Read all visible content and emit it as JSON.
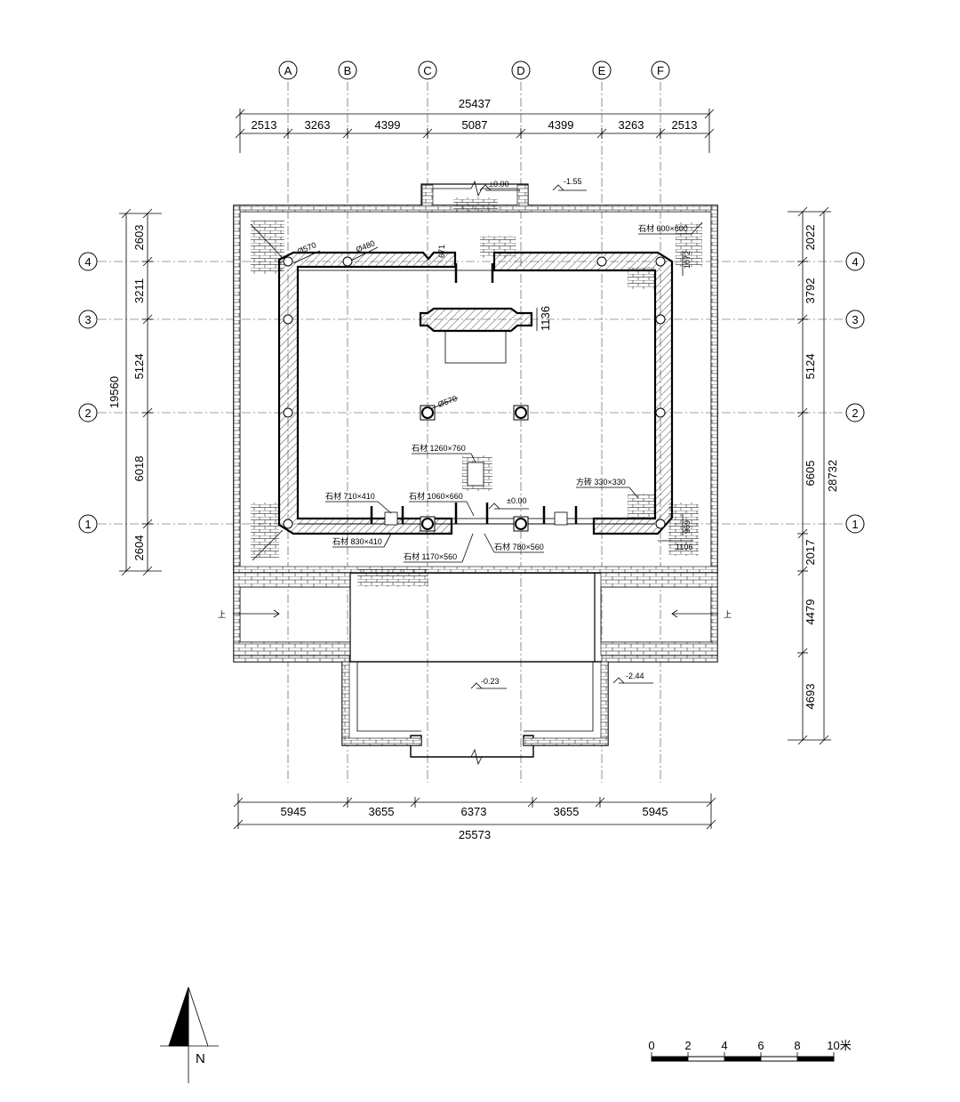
{
  "axes": {
    "columns": [
      "A",
      "B",
      "C",
      "D",
      "E",
      "F"
    ],
    "rows": [
      "4",
      "3",
      "2",
      "1"
    ]
  },
  "top_dimensions": {
    "total": "25437",
    "segments": [
      "2513",
      "3263",
      "4399",
      "5087",
      "4399",
      "3263",
      "2513"
    ]
  },
  "bottom_dimensions": {
    "total": "25573",
    "segments": [
      "5945",
      "3655",
      "6373",
      "3655",
      "5945"
    ]
  },
  "left_dimensions": {
    "total": "19560",
    "segments": [
      "2603",
      "3211",
      "5124",
      "6018",
      "2604"
    ]
  },
  "right_dimensions": {
    "total": "28732",
    "segments": [
      "2022",
      "3792",
      "5124",
      "6605",
      "2017",
      "4479",
      "4693"
    ]
  },
  "levels": {
    "top_zero": "±0.00",
    "top_minus": "-1.55",
    "inner_zero": "±0.00",
    "front_court": "-0.23",
    "side_court": "-2.44"
  },
  "annotations": {
    "stone_600": "石材 600×600",
    "col_dia_top_left": "Ø570",
    "col_dia_top": "Ø480",
    "col_dia_center": "Ø570",
    "dim_671": "671",
    "dim_1072": "1072",
    "dim_1136": "1136",
    "stone_1260": "石材 1260×760",
    "stone_710": "石材 710×410",
    "stone_1060": "石材 1060×660",
    "brick_330": "方砖 330×330",
    "stone_830": "石材 830×410",
    "stone_780": "石材 780×560",
    "stone_1170": "石材 1170×560",
    "dim_1106": "1106",
    "dim_969": "969",
    "stair_up_left": "上",
    "stair_up_right": "上"
  },
  "north": {
    "label": "N"
  },
  "scale_bar": {
    "ticks": [
      "0",
      "2",
      "4",
      "6",
      "8",
      "10米"
    ]
  }
}
